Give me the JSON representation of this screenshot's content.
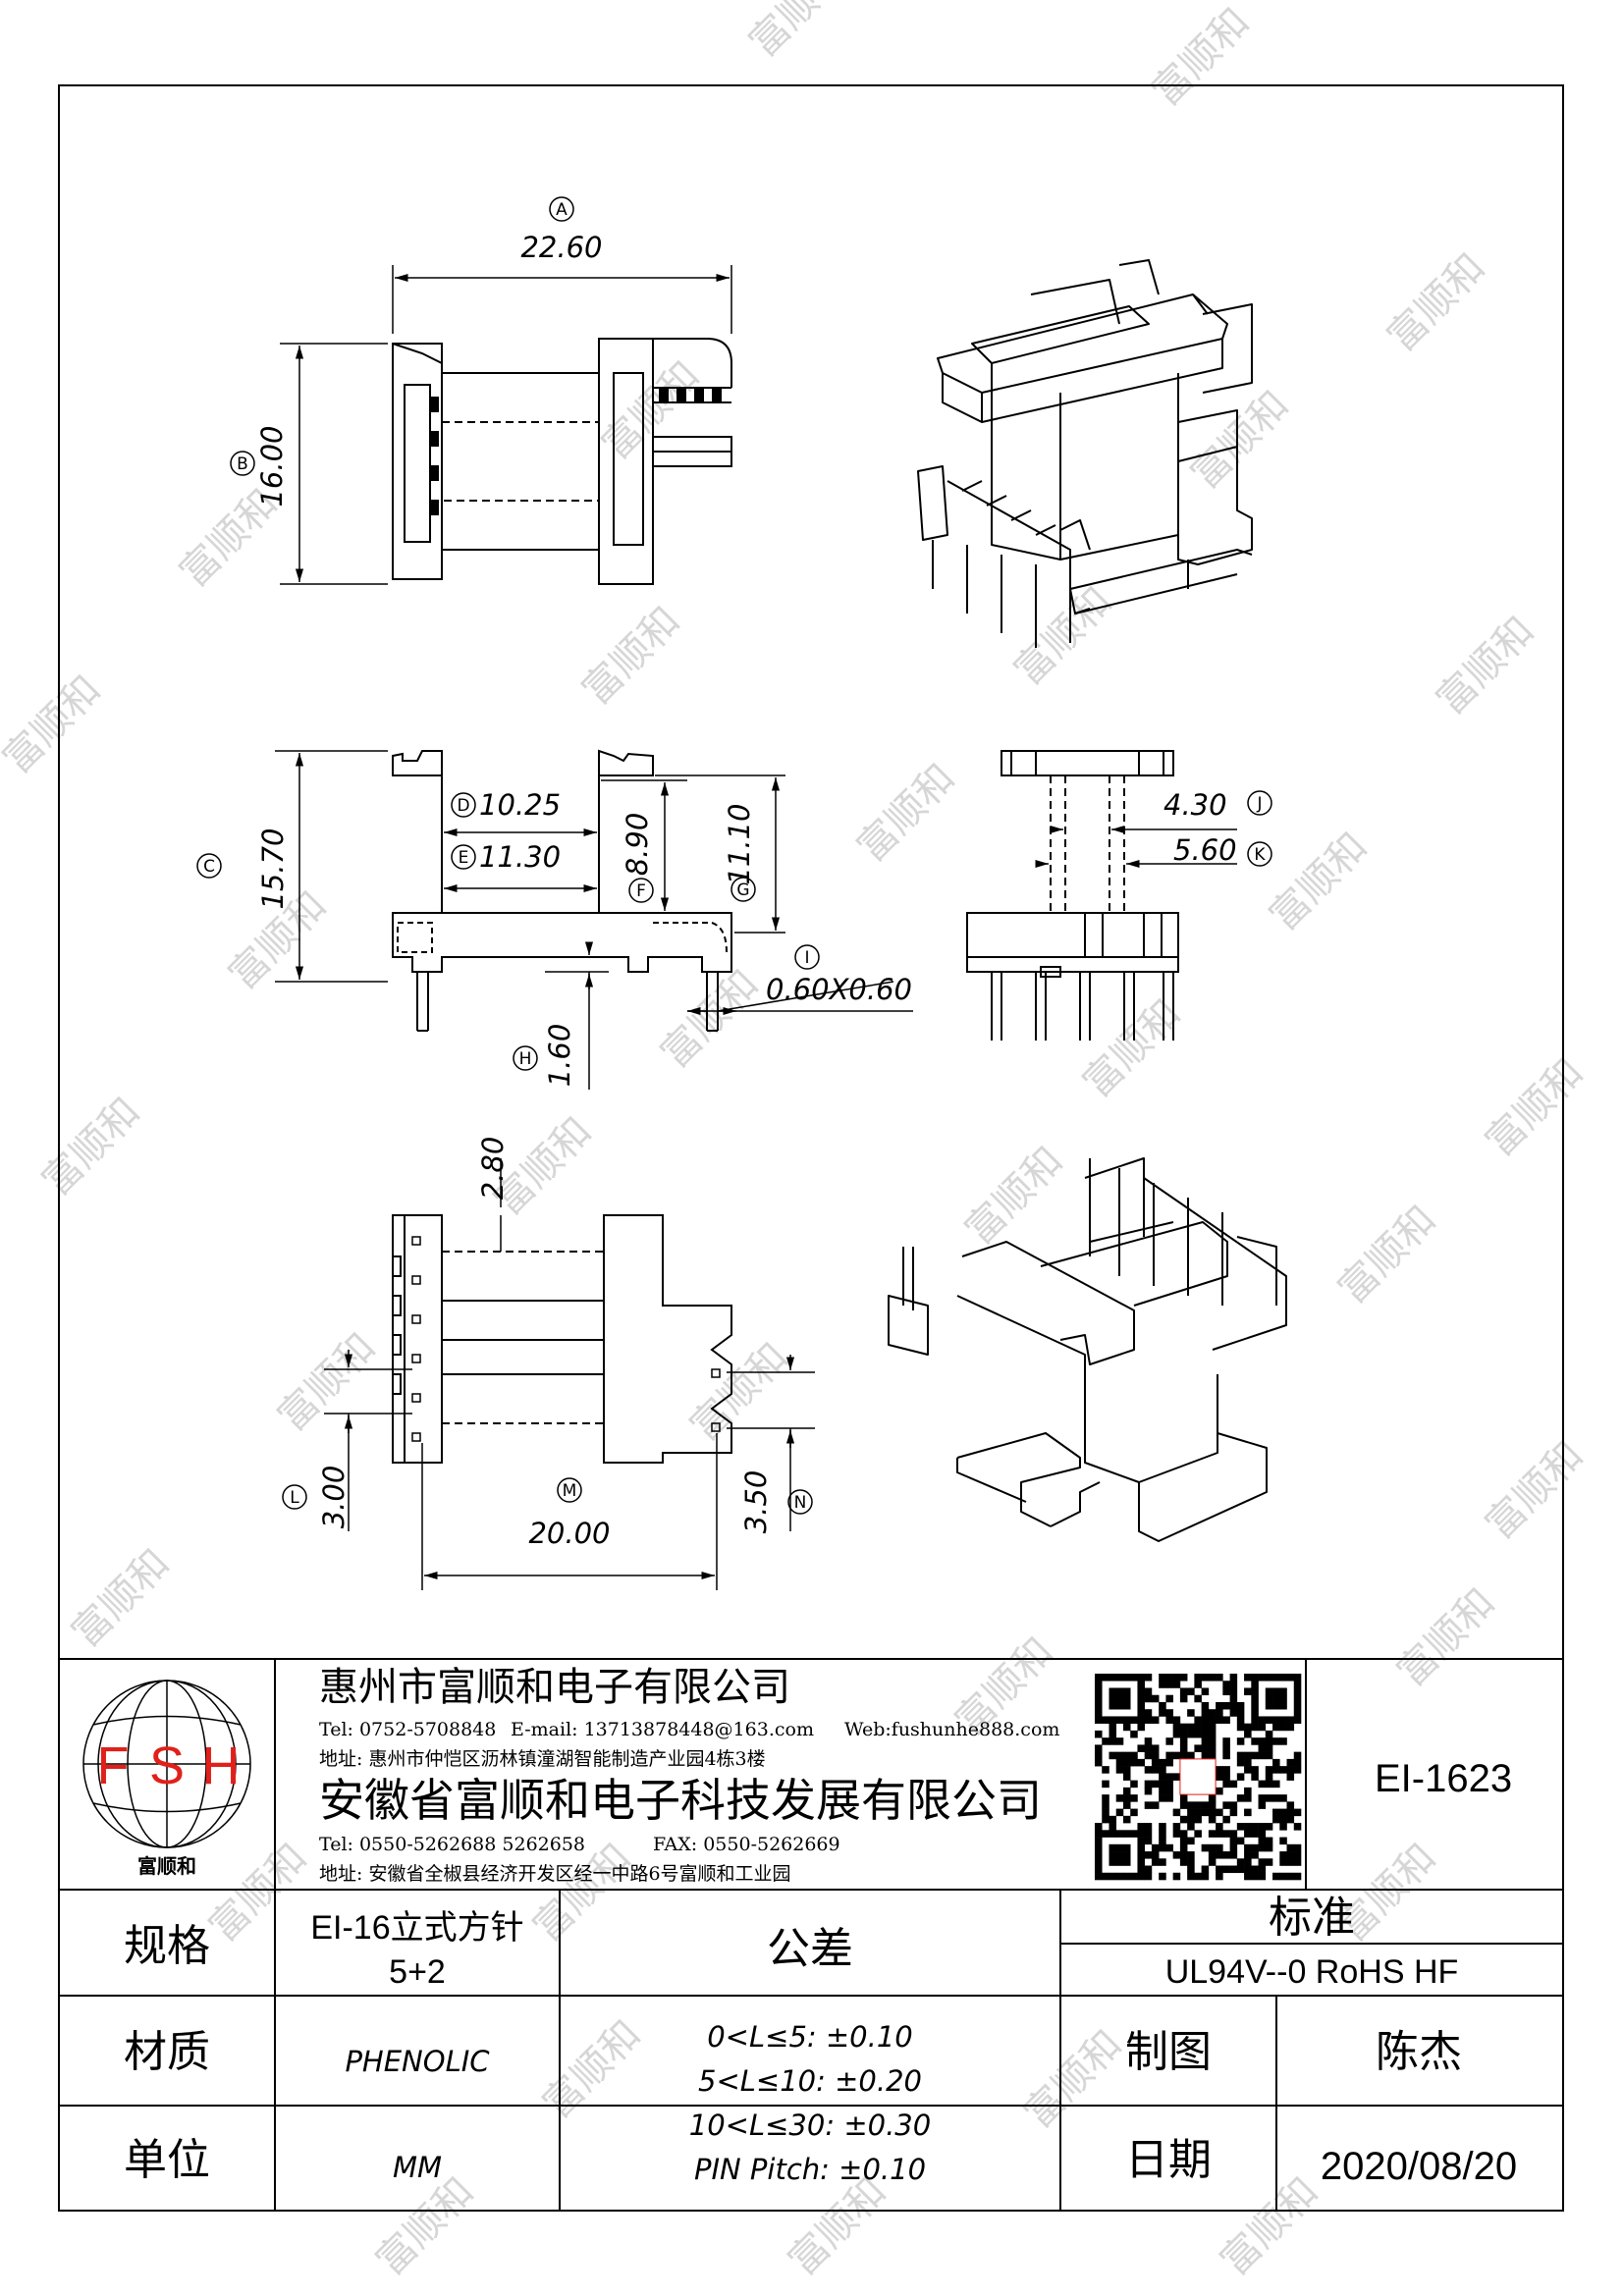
{
  "watermark": "富顺和",
  "views": {
    "top": {
      "dim_a": {
        "tag": "A",
        "value": "22.60"
      },
      "dim_b": {
        "tag": "B",
        "value": "16.00"
      }
    },
    "front": {
      "dim_c": {
        "tag": "C",
        "value": "15.70"
      },
      "dim_d": {
        "tag": "D",
        "value": "10.25"
      },
      "dim_e": {
        "tag": "E",
        "value": "11.30"
      },
      "dim_f": {
        "tag": "F",
        "value": "8.90"
      },
      "dim_g": {
        "tag": "G",
        "value": "11.10"
      },
      "dim_h": {
        "tag": "H",
        "value": "1.60"
      },
      "dim_i": {
        "tag": "I",
        "value": "0.60X0.60"
      }
    },
    "side": {
      "dim_j": {
        "tag": "J",
        "value": "4.30"
      },
      "dim_k": {
        "tag": "K",
        "value": "5.60"
      }
    },
    "bottom": {
      "dim_top": {
        "value": "2.80"
      },
      "dim_l": {
        "tag": "L",
        "value": "3.00"
      },
      "dim_m": {
        "tag": "M",
        "value": "20.00"
      },
      "dim_n": {
        "tag": "N",
        "value": "3.50"
      }
    }
  },
  "title_block": {
    "logo": {
      "letters": [
        "F",
        "S",
        "H"
      ],
      "caption": "富顺和",
      "letter_color": "#e0201a"
    },
    "company1": {
      "name": "惠州市富顺和电子有限公司",
      "tel": "Tel:  0752-5708848",
      "email": "E-mail: 13713878448@163.com",
      "web": "Web:fushunhe888.com",
      "address": "地址:  惠州市仲恺区沥林镇潼湖智能制造产业园4栋3楼"
    },
    "company2": {
      "name": "安徽省富顺和电子科技发展有限公司",
      "tel": "Tel:   0550-5262688   5262658",
      "fax": "FAX:  0550-5262669",
      "address": "地址:  安徽省全椒县经济开发区经一中路6号富顺和工业园"
    },
    "part_number": "EI-1623",
    "spec_label": "规格",
    "spec_value_1": "EI-16立式方针",
    "spec_value_2": "5+2",
    "material_label": "材质",
    "material_value": "PHENOLIC",
    "unit_label": "单位",
    "unit_value": "MM",
    "tolerance_label": "公差",
    "tolerances": [
      "0<L≤5: ±0.10",
      "5<L≤10: ±0.20",
      "10<L≤30: ±0.30",
      "PIN Pitch: ±0.10"
    ],
    "standard_label": "标准",
    "standard_value": "UL94V--0  RoHS HF",
    "drawn_label": "制图",
    "drawn_value": "陈杰",
    "date_label": "日期",
    "date_value": "2020/08/20"
  }
}
